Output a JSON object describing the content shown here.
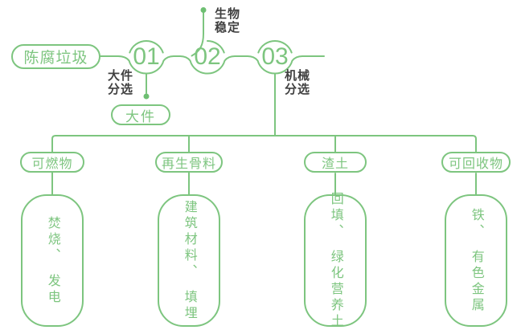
{
  "colors": {
    "green": "#7dc57f",
    "dot_green": "#6ebf72",
    "label_dark": "#404040",
    "background": "#ffffff"
  },
  "flow": {
    "source": {
      "label": "陈腐垃圾"
    },
    "steps": [
      {
        "number": "01",
        "process_label": "大件\n分选",
        "output_label": "大件"
      },
      {
        "number": "02",
        "process_label": "生物\n稳定"
      },
      {
        "number": "03",
        "process_label": "机械\n分选"
      }
    ],
    "branches": [
      {
        "category": "可燃物",
        "disposal": "焚烧、　发电"
      },
      {
        "category": "再生骨料",
        "disposal": "建筑材料、　填埋"
      },
      {
        "category": "渣土",
        "disposal": "回填、　绿化营养土"
      },
      {
        "category": "可回收物",
        "disposal": "铁、　有色金属"
      }
    ]
  }
}
